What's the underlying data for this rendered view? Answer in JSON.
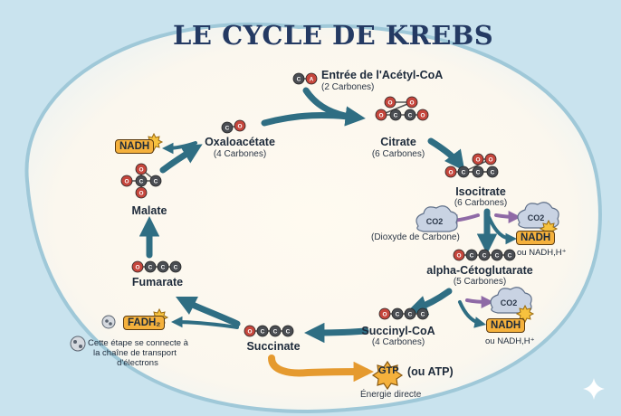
{
  "title": "LE CYCLE DE KREBS",
  "entry": {
    "name": "Entrée de l'Acétyl-CoA",
    "sub": "(2 Carbones)"
  },
  "nodes": {
    "citrate": {
      "name": "Citrate",
      "sub": "(6 Carbones)"
    },
    "isocitrate": {
      "name": "Isocitrate",
      "sub": "(6 Carbones)"
    },
    "alpha": {
      "name": "alpha-Cétoglutarate",
      "sub": "(5 Carbones)"
    },
    "succinyl": {
      "name": "Succinyl-CoA",
      "sub": "(4 Carbones)"
    },
    "succinate": {
      "name": "Succinate"
    },
    "fumarate": {
      "name": "Fumarate"
    },
    "malate": {
      "name": "Malate"
    },
    "oxalo": {
      "name": "Oxaloacétate",
      "sub": "(4 Carbones)"
    }
  },
  "co2_label": "CO2",
  "co2_desc": "(Dioxyde de Carbone)",
  "nadh_label": "NADH",
  "nadh_alt": "ou NADH,H⁺",
  "fadh2_label": "FADH₂",
  "fadh2_note": [
    "Cette étape se connecte à",
    "la chaîne de transport",
    "d'électrons"
  ],
  "gtp": {
    "label": "GTP",
    "alt": "(ou ATP)",
    "desc": "Énergie directe"
  },
  "atom_letters": {
    "carbon": "C",
    "oxygen": "O",
    "coa": "A"
  }
}
